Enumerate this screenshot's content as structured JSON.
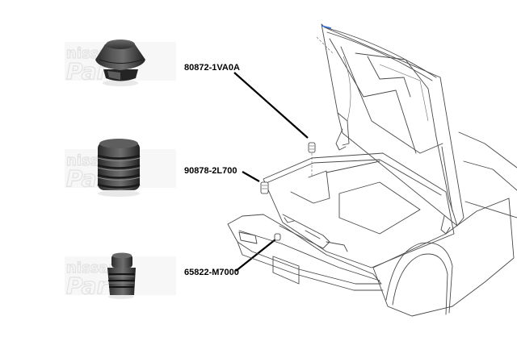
{
  "watermark": {
    "line1": "nissan",
    "line2": "Parts"
  },
  "parts": [
    {
      "part_number": "80872-1VA0A"
    },
    {
      "part_number": "90878-2L700"
    },
    {
      "part_number": "65822-M7000"
    }
  ],
  "colors": {
    "rubber_dark": "#2f2f2f",
    "rubber_mid": "#4a4a4a",
    "rubber_light": "#7a7a7a",
    "drawing_line": "#4a4a4a",
    "label_text": "#000000",
    "watermark": "#e2e2e2"
  }
}
